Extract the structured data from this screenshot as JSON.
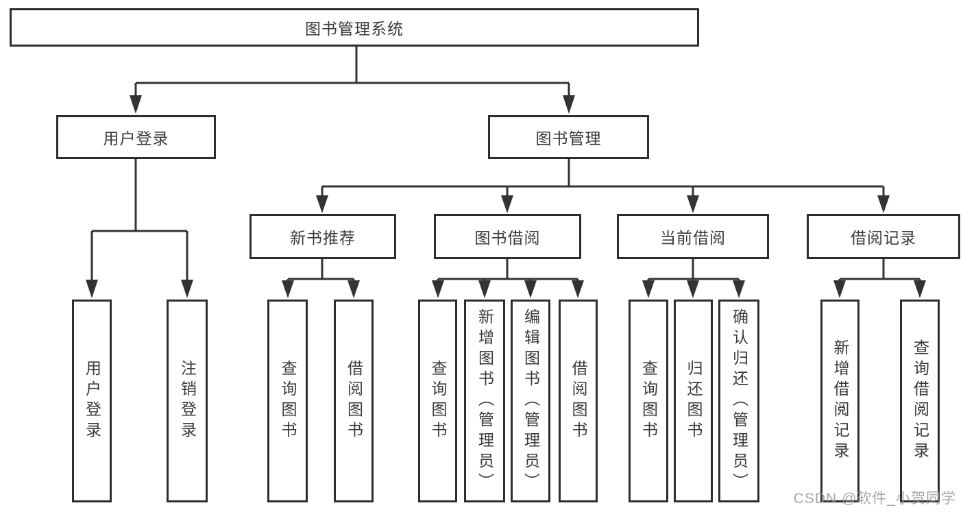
{
  "diagram": {
    "watermark": "CSDN @软件_小贺同学",
    "colors": {
      "background": "#ffffff",
      "box_border": "#2d2d2d",
      "connector_line": "#333333",
      "text": "#3a3a3a",
      "watermark_text": "#969696"
    },
    "nodes": {
      "root": "图书管理系统",
      "user_login": "用户登录",
      "book_mgmt": "图书管理",
      "new_book_rec": "新书推荐",
      "book_borrow": "图书借阅",
      "current_borrow": "当前借阅",
      "borrow_record": "借阅记录",
      "login": "用户登录",
      "logout": "注销登录",
      "nb_query": "查询图书",
      "nb_borrow": "借阅图书",
      "bb_query": "查询图书",
      "bb_add": "新增图书（管理员）",
      "bb_edit": "编辑图书（管理员）",
      "bb_borrow": "借阅图书",
      "cb_query": "查询图书",
      "cb_return": "归还图书",
      "cb_confirm": "确认归还（管理员）",
      "br_add": "新增借阅记录",
      "br_query": "查询借阅记录"
    }
  }
}
